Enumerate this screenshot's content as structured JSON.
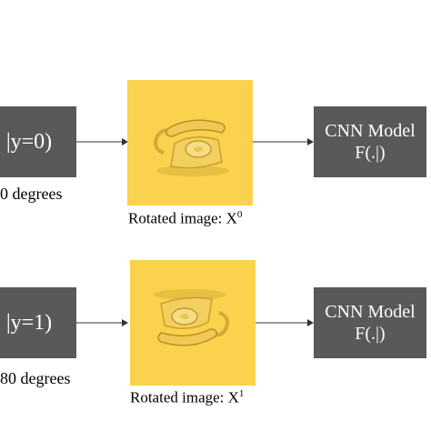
{
  "row1": {
    "label_box": "|y=0)",
    "degrees": "0 degrees",
    "caption": "Rotated image: X",
    "caption_sup": "0",
    "model_line1": "CNN Model",
    "model_line2": "F(.|)"
  },
  "row2": {
    "label_box": "|y=1)",
    "degrees": "80 degrees",
    "caption": "Rotated image: X",
    "caption_sup": "1",
    "model_line1": "CNN Model",
    "model_line2": "F(.|)"
  },
  "colors": {
    "box": "#595959",
    "photo_bg": "#fbd24e",
    "phone": "#e8c25a",
    "arrow": "#333333"
  }
}
